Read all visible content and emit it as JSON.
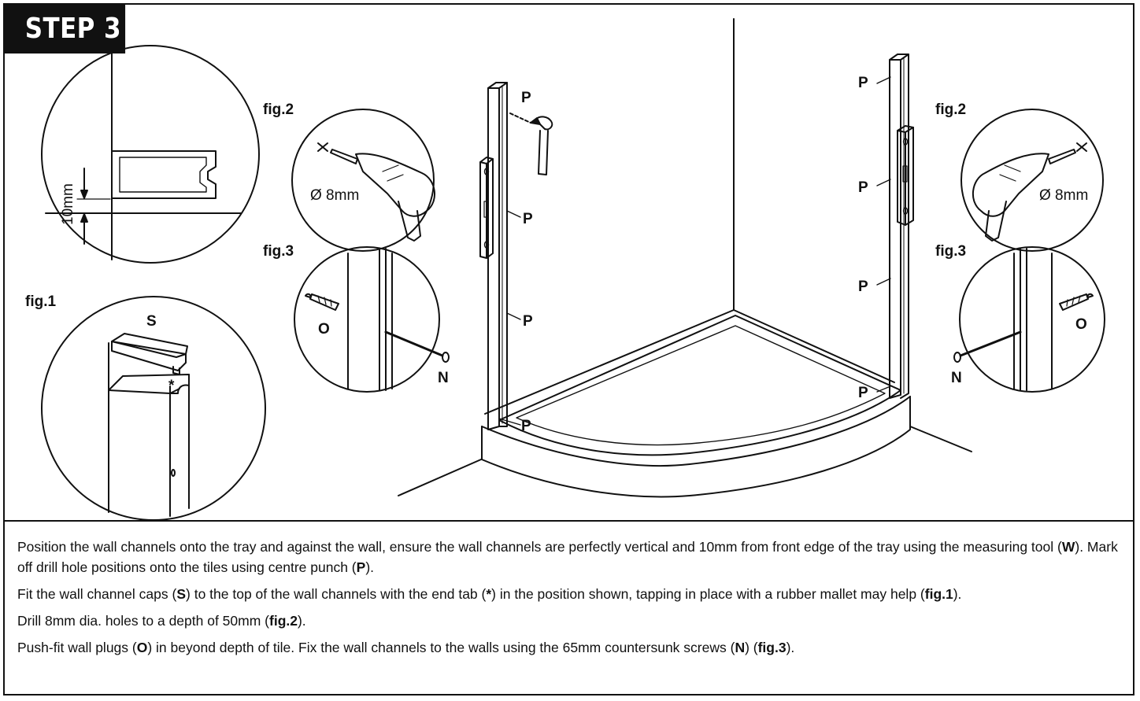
{
  "step_label": "STEP 3",
  "labels": {
    "fig1": "fig.1",
    "fig2": "fig.2",
    "fig3": "fig.3",
    "s": "S",
    "asterisk": "*",
    "p": "P",
    "o": "O",
    "n": "N",
    "measure": "10mm",
    "drill_size": "Ø 8mm"
  },
  "instructions": [
    {
      "segments": [
        {
          "t": "Position the wall channels onto the tray and against the wall, ensure the wall channels are perfectly vertical and 10mm from front edge of the tray using the measuring tool ("
        },
        {
          "t": "W",
          "b": true
        },
        {
          "t": "). Mark off drill hole positions onto the tiles using centre punch ("
        },
        {
          "t": "P",
          "b": true
        },
        {
          "t": ")."
        }
      ]
    },
    {
      "segments": [
        {
          "t": "Fit the wall channel caps ("
        },
        {
          "t": "S",
          "b": true
        },
        {
          "t": ") to the top of the wall channels with the end tab ("
        },
        {
          "t": "*",
          "b": true
        },
        {
          "t": ") in the position shown, tapping in place with a rubber mallet may help ("
        },
        {
          "t": "fig.1",
          "b": true
        },
        {
          "t": ")."
        }
      ]
    },
    {
      "segments": [
        {
          "t": "Drill 8mm dia. holes to a depth of 50mm ("
        },
        {
          "t": "fig.2",
          "b": true
        },
        {
          "t": ")."
        }
      ]
    },
    {
      "segments": [
        {
          "t": "Push-fit wall plugs ("
        },
        {
          "t": "O",
          "b": true
        },
        {
          "t": ") in beyond depth of tile. Fix the wall channels to the walls using the 65mm countersunk screws ("
        },
        {
          "t": "N",
          "b": true
        },
        {
          "t": ") ("
        },
        {
          "t": "fig.3",
          "b": true
        },
        {
          "t": ")."
        }
      ]
    }
  ]
}
